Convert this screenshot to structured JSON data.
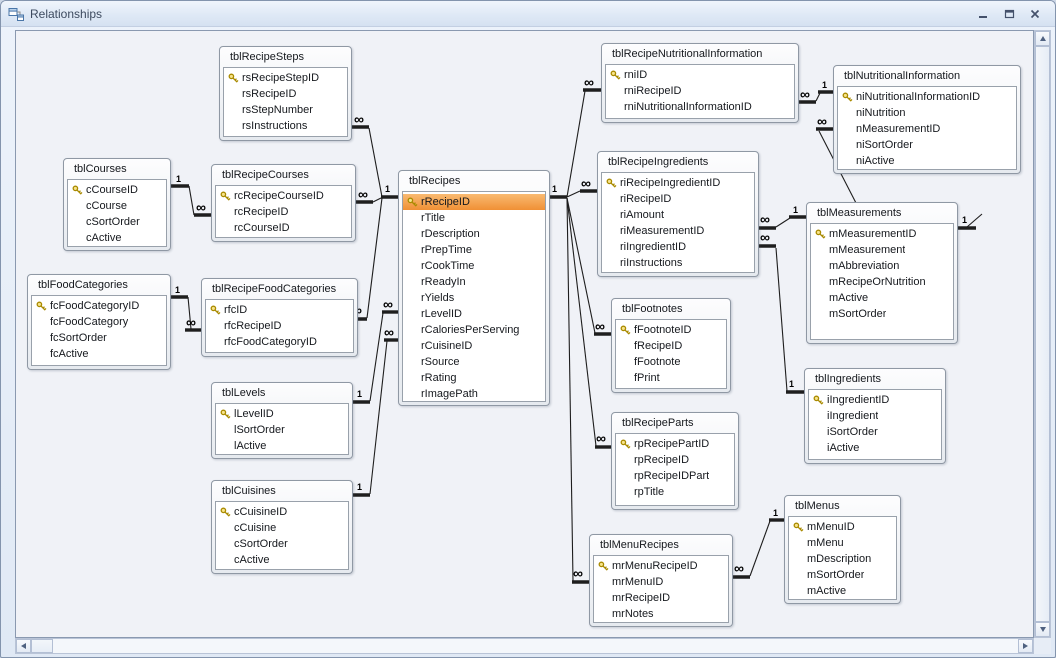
{
  "window": {
    "title": "Relationships",
    "icons": {
      "titlebar": "relationships-icon",
      "window_controls": [
        "minimize-icon",
        "restore-icon",
        "close-icon"
      ],
      "scrollbar_arrows": [
        "scroll-up-icon",
        "scroll-down-icon",
        "scroll-left-icon",
        "scroll-right-icon"
      ],
      "primary_key": "key-icon"
    }
  },
  "colors": {
    "selection_orange": "#F2983B",
    "key_gold": "#C9A227",
    "titlebar_blue": "#DDE8F6",
    "canvas_bg": "#F0F2F7",
    "relationship_line": "#1E1E1E"
  },
  "selected_field": {
    "table": "tblRecipes",
    "field": "rRecipeID"
  },
  "tables": [
    {
      "name": "tblRecipeSteps",
      "fields": [
        {
          "name": "rsRecipeStepID",
          "key": true
        },
        {
          "name": "rsRecipeID"
        },
        {
          "name": "rsStepNumber"
        },
        {
          "name": "rsInstructions"
        }
      ]
    },
    {
      "name": "tblCourses",
      "fields": [
        {
          "name": "cCourseID",
          "key": true
        },
        {
          "name": "cCourse"
        },
        {
          "name": "cSortOrder"
        },
        {
          "name": "cActive"
        }
      ]
    },
    {
      "name": "tblRecipeCourses",
      "fields": [
        {
          "name": "rcRecipeCourseID",
          "key": true
        },
        {
          "name": "rcRecipeID"
        },
        {
          "name": "rcCourseID"
        }
      ]
    },
    {
      "name": "tblRecipes",
      "fields": [
        {
          "name": "rRecipeID",
          "key": true,
          "selected": true
        },
        {
          "name": "rTitle"
        },
        {
          "name": "rDescription"
        },
        {
          "name": "rPrepTime"
        },
        {
          "name": "rCookTime"
        },
        {
          "name": "rReadyIn"
        },
        {
          "name": "rYields"
        },
        {
          "name": "rLevelID"
        },
        {
          "name": "rCaloriesPerServing"
        },
        {
          "name": "rCuisineID"
        },
        {
          "name": "rSource"
        },
        {
          "name": "rRating"
        },
        {
          "name": "rImagePath"
        }
      ]
    },
    {
      "name": "tblRecipeNutritionalInformation",
      "fields": [
        {
          "name": "rniID",
          "key": true
        },
        {
          "name": "rniRecipeID"
        },
        {
          "name": "rniNutritionalInformationID"
        }
      ]
    },
    {
      "name": "tblNutritionalInformation",
      "fields": [
        {
          "name": "niNutritionalInformationID",
          "key": true
        },
        {
          "name": "niNutrition"
        },
        {
          "name": "nMeasurementID"
        },
        {
          "name": "niSortOrder"
        },
        {
          "name": "niActive"
        }
      ]
    },
    {
      "name": "tblRecipeIngredients",
      "fields": [
        {
          "name": "riRecipeIngredientID",
          "key": true
        },
        {
          "name": "riRecipeID"
        },
        {
          "name": "riAmount"
        },
        {
          "name": "riMeasurementID"
        },
        {
          "name": "riIngredientID"
        },
        {
          "name": "riInstructions"
        }
      ]
    },
    {
      "name": "tblMeasurements",
      "fields": [
        {
          "name": "mMeasurementID",
          "key": true
        },
        {
          "name": "mMeasurement"
        },
        {
          "name": "mAbbreviation"
        },
        {
          "name": "mRecipeOrNutrition"
        },
        {
          "name": "mActive"
        },
        {
          "name": "mSortOrder"
        }
      ]
    },
    {
      "name": "tblFootnotes",
      "fields": [
        {
          "name": "fFootnoteID",
          "key": true
        },
        {
          "name": "fRecipeID"
        },
        {
          "name": "fFootnote"
        },
        {
          "name": "fPrint"
        }
      ]
    },
    {
      "name": "tblIngredients",
      "fields": [
        {
          "name": "iIngredientID",
          "key": true
        },
        {
          "name": "iIngredient"
        },
        {
          "name": "iSortOrder"
        },
        {
          "name": "iActive"
        }
      ]
    },
    {
      "name": "tblFoodCategories",
      "fields": [
        {
          "name": "fcFoodCategoryID",
          "key": true
        },
        {
          "name": "fcFoodCategory"
        },
        {
          "name": "fcSortOrder"
        },
        {
          "name": "fcActive"
        }
      ]
    },
    {
      "name": "tblRecipeFoodCategories",
      "fields": [
        {
          "name": "rfcID",
          "key": true
        },
        {
          "name": "rfcRecipeID"
        },
        {
          "name": "rfcFoodCategoryID"
        }
      ]
    },
    {
      "name": "tblLevels",
      "fields": [
        {
          "name": "lLevelID",
          "key": true
        },
        {
          "name": "lSortOrder"
        },
        {
          "name": "lActive"
        }
      ]
    },
    {
      "name": "tblCuisines",
      "fields": [
        {
          "name": "cCuisineID",
          "key": true
        },
        {
          "name": "cCuisine"
        },
        {
          "name": "cSortOrder"
        },
        {
          "name": "cActive"
        }
      ]
    },
    {
      "name": "tblRecipeParts",
      "fields": [
        {
          "name": "rpRecipePartID",
          "key": true
        },
        {
          "name": "rpRecipeID"
        },
        {
          "name": "rpRecipeIDPart"
        },
        {
          "name": "rpTitle"
        }
      ]
    },
    {
      "name": "tblMenuRecipes",
      "fields": [
        {
          "name": "mrMenuRecipeID",
          "key": true
        },
        {
          "name": "mrMenuID"
        },
        {
          "name": "mrRecipeID"
        },
        {
          "name": "mrNotes"
        }
      ]
    },
    {
      "name": "tblMenus",
      "fields": [
        {
          "name": "mMenuID",
          "key": true
        },
        {
          "name": "mMenu"
        },
        {
          "name": "mDescription"
        },
        {
          "name": "mSortOrder"
        },
        {
          "name": "mActive"
        }
      ]
    }
  ],
  "relationships": [
    {
      "from": "tblCourses",
      "from_card": "1",
      "to": "tblRecipeCourses",
      "to_card": "∞"
    },
    {
      "from": "tblRecipeCourses",
      "from_card": "∞",
      "to": "tblRecipes",
      "to_card": "1"
    },
    {
      "from": "tblRecipeSteps",
      "from_card": "∞",
      "to": "tblRecipes",
      "to_card": "1"
    },
    {
      "from": "tblRecipeFoodCategories",
      "from_card": "∞",
      "to": "tblRecipes",
      "to_card": "1"
    },
    {
      "from": "tblFoodCategories",
      "from_card": "1",
      "to": "tblRecipeFoodCategories",
      "to_card": "∞"
    },
    {
      "from": "tblLevels",
      "from_card": "1",
      "to": "tblRecipes",
      "to_card": "∞"
    },
    {
      "from": "tblCuisines",
      "from_card": "1",
      "to": "tblRecipes",
      "to_card": "∞"
    },
    {
      "from": "tblRecipes",
      "from_card": "1",
      "to": "tblRecipeNutritionalInformation",
      "to_card": "∞"
    },
    {
      "from": "tblRecipes",
      "from_card": "1",
      "to": "tblRecipeIngredients",
      "to_card": "∞"
    },
    {
      "from": "tblRecipes",
      "from_card": "1",
      "to": "tblFootnotes",
      "to_card": "∞"
    },
    {
      "from": "tblRecipes",
      "from_card": "1",
      "to": "tblRecipeParts",
      "to_card": "∞"
    },
    {
      "from": "tblRecipes",
      "from_card": "1",
      "to": "tblMenuRecipes",
      "to_card": "∞"
    },
    {
      "from": "tblRecipeNutritionalInformation",
      "from_card": "∞",
      "to": "tblNutritionalInformation",
      "to_card": "1"
    },
    {
      "from": "tblNutritionalInformation",
      "from_card": "∞",
      "to": "tblMeasurements",
      "to_card": ""
    },
    {
      "from": "tblRecipeIngredients",
      "from_card": "∞",
      "to": "tblMeasurements",
      "to_card": "1"
    },
    {
      "from": "tblRecipeIngredients",
      "from_card": "∞",
      "to": "tblIngredients",
      "to_card": "1"
    },
    {
      "from": "tblMenuRecipes",
      "from_card": "∞",
      "to": "tblMenus",
      "to_card": "1"
    },
    {
      "from": "tblMeasurements",
      "from_card": "1",
      "to": "tblNutritionalInformation",
      "to_card": ""
    }
  ]
}
